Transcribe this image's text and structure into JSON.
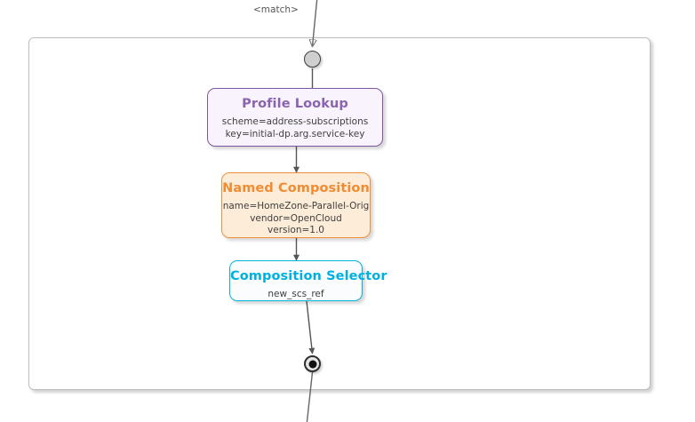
{
  "diagram": {
    "type": "uml-activity-diagram",
    "incoming_edge_label": "<match>",
    "partition": {
      "name": "activity-partition-frame",
      "has_shadow": true,
      "border_color": "#bdbdbd",
      "background": "#ffffff"
    },
    "start_node": {
      "label": "start-node",
      "fill": "#cfcfcf",
      "stroke": "#3a3a3a"
    },
    "end_node": {
      "label": "end-node",
      "fill": "#e4e4e4",
      "stroke": "#2e2e2e",
      "inner_fill": "#111111"
    },
    "nodes": [
      {
        "id": "profile-lookup",
        "title": "Profile Lookup",
        "body": "scheme=address-subscriptions\nkey=initial-dp.arg.service-key",
        "title_color": "#8a63b0",
        "border_color": "#7d57a4",
        "fill_color": "#f8f3fc"
      },
      {
        "id": "named-composition",
        "title": "Named Composition",
        "body": "name=HomeZone-Parallel-Orig\nvendor=OpenCloud\nversion=1.0",
        "title_color": "#f08c33",
        "border_color": "#ef8f39",
        "fill_color": "#fdecd8"
      },
      {
        "id": "composition-selector",
        "title": "Composition Selector",
        "body": "new_scs_ref",
        "title_color": "#00b0e0",
        "border_color": "#00b5e2",
        "fill_color": "#fbfcfe"
      }
    ],
    "edges": [
      {
        "from": "incoming",
        "to": "start-node",
        "arrow": "open"
      },
      {
        "from": "start-node",
        "to": "profile-lookup",
        "arrow": "none"
      },
      {
        "from": "profile-lookup",
        "to": "named-composition",
        "arrow": "solid"
      },
      {
        "from": "named-composition",
        "to": "composition-selector",
        "arrow": "solid"
      },
      {
        "from": "composition-selector",
        "to": "end-node",
        "arrow": "solid"
      },
      {
        "from": "end-node",
        "to": "outgoing",
        "arrow": "none"
      }
    ],
    "edge_color": "#555555"
  }
}
